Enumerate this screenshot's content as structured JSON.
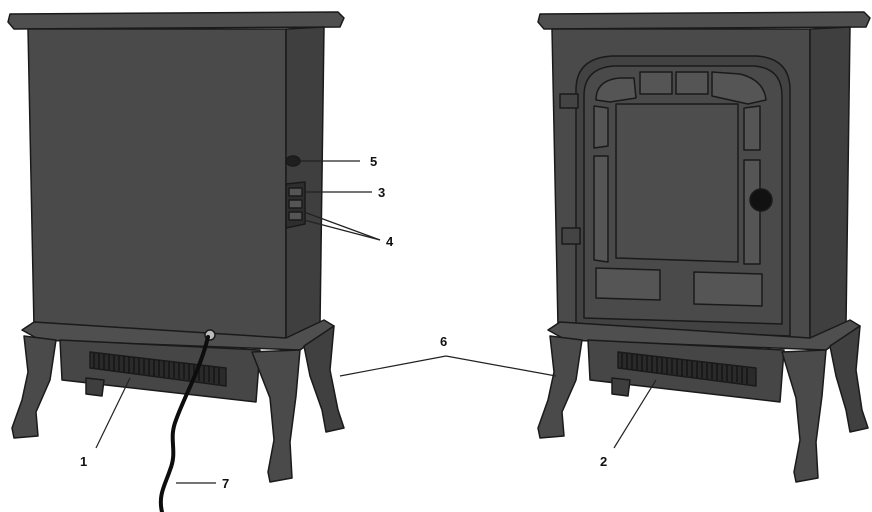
{
  "colors": {
    "body": "#4a4a4a",
    "body_light": "#555555",
    "body_dark": "#3a3a3a",
    "outline": "#1a1a1a",
    "grille": "#1e1e1e",
    "cord": "#111111",
    "knob": "#111111",
    "leader": "#222222"
  },
  "labels": {
    "l1": "1",
    "l2": "2",
    "l3": "3",
    "l4": "4",
    "l5": "5",
    "l6": "6",
    "l7": "7"
  },
  "icons": {
    "knob": "thermostat-knob-icon",
    "switch": "rocker-switch-icon"
  }
}
